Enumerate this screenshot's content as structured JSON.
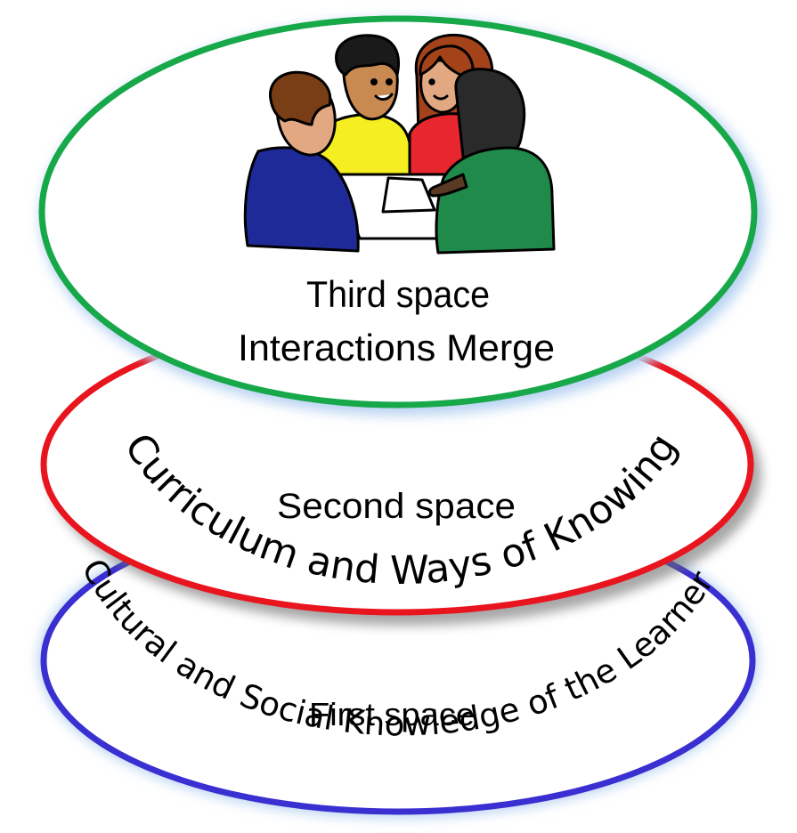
{
  "layers": {
    "first": {
      "title": "First space",
      "arc_text": "Cultural and Social Knowledge of the Learner",
      "ring_color": "#3a2fd0"
    },
    "second": {
      "title": "Second space",
      "arc_text": "Curriculum and Ways of Knowing",
      "ring_color": "#e8141e"
    },
    "third": {
      "title": "Third space",
      "subtitle": "Interactions Merge",
      "ring_color": "#17a84a"
    }
  },
  "illustration": {
    "icon": "group-discussion-icon"
  }
}
